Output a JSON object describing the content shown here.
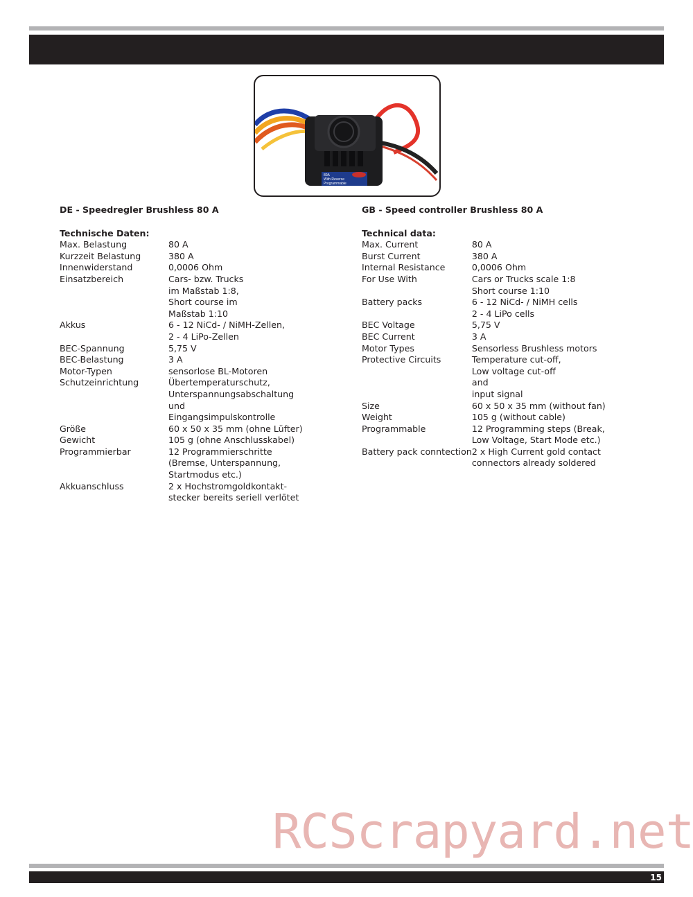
{
  "figure": {
    "label_line1": "80A",
    "label_line2": "With Reverse",
    "label_line3": "Programmable"
  },
  "de": {
    "title": "DE - Speedregler Brushless 80 A",
    "heading": "Technische Daten:",
    "rows": [
      {
        "key": "Max. Belastung",
        "value": "80 A"
      },
      {
        "key": "Kurzzeit Belastung",
        "value": "380 A"
      },
      {
        "key": "Innenwiderstand",
        "value": "0,0006 Ohm"
      },
      {
        "key": "Einsatzbereich",
        "value": "Cars- bzw. Trucks\nim Maßstab 1:8,\nShort course im\nMaßstab 1:10"
      },
      {
        "key": "Akkus",
        "value": "6 - 12 NiCd- / NiMH-Zellen,\n2 - 4 LiPo-Zellen"
      },
      {
        "key": "BEC-Spannung",
        "value": "5,75 V"
      },
      {
        "key": "BEC-Belastung",
        "value": "3 A"
      },
      {
        "key": "Motor-Typen",
        "value": "sensorlose BL-Motoren"
      },
      {
        "key": "Schutzeinrichtung",
        "value": "Übertemperaturschutz,\nUnterspannungsabschaltung\nund\nEingangsimpulskontrolle"
      },
      {
        "key": "Größe",
        "value": "60 x 50 x 35 mm (ohne Lüfter)"
      },
      {
        "key": "Gewicht",
        "value": "105 g (ohne Anschlusskabel)"
      },
      {
        "key": "Programmierbar",
        "value": "12 Programmierschritte\n(Bremse, Unterspannung,\nStartmodus etc.)"
      },
      {
        "key": "Akkuanschluss",
        "value": "2 x Hochstromgoldkontakt-\nstecker bereits seriell verlötet"
      }
    ]
  },
  "gb": {
    "title": "GB - Speed controller Brushless 80 A",
    "heading": "Technical data:",
    "rows": [
      {
        "key": "Max. Current",
        "value": "80 A"
      },
      {
        "key": "Burst Current",
        "value": "380 A"
      },
      {
        "key": "Internal Resistance",
        "value": "0,0006 Ohm"
      },
      {
        "key": "For Use With",
        "value": "Cars or Trucks scale 1:8\nShort course 1:10"
      },
      {
        "key": "Battery packs",
        "value": "6 - 12 NiCd- / NiMH cells\n2 - 4 LiPo cells"
      },
      {
        "key": "BEC Voltage",
        "value": "5,75 V"
      },
      {
        "key": "BEC Current",
        "value": "3 A"
      },
      {
        "key": "Motor Types",
        "value": "Sensorless Brushless motors"
      },
      {
        "key": "Protective Circuits",
        "value": "Temperature cut-off,\nLow voltage cut-off\nand\ninput signal"
      },
      {
        "key": "Size",
        "value": "60 x 50 x 35 mm (without fan)"
      },
      {
        "key": "Weight",
        "value": "105 g (without cable)"
      },
      {
        "key": "Programmable",
        "value": "12 Programming steps (Break,\nLow Voltage, Start Mode etc.)"
      },
      {
        "key": "Battery pack conntection",
        "value": "2 x High Current gold contact\nconnectors already soldered"
      }
    ]
  },
  "watermark": "RCScrapyard.net",
  "page_number": "15"
}
